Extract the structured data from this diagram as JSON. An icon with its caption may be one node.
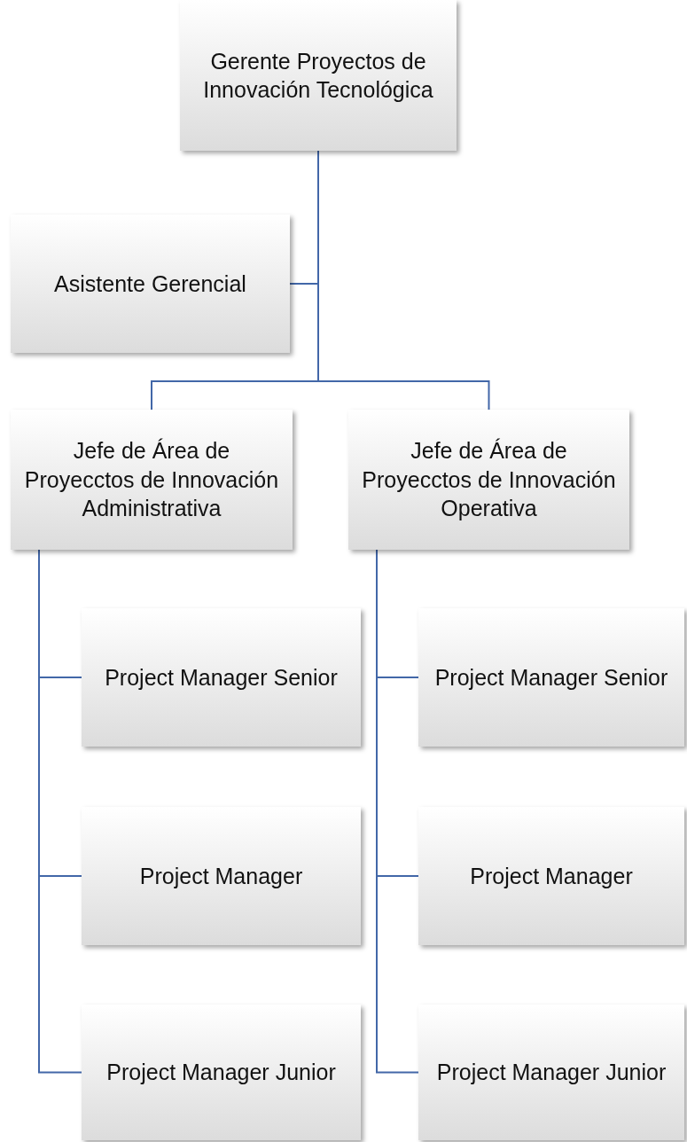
{
  "diagram": {
    "nodes": [
      {
        "text": [
          "Gerente Proyectos de Innovación Tecnológica"
        ]
      },
      {
        "text": [
          "Asistente Gerencial"
        ]
      },
      {
        "text": [
          "Jefe de Área de Proyecctos de Innovación Administrativa"
        ]
      },
      {
        "text": [
          "Jefe de Área de Proyecctos de Innovación Operativa"
        ]
      },
      {
        "text": [
          "Project Manager Senior"
        ]
      },
      {
        "text": [
          "Project Manager"
        ]
      },
      {
        "text": [
          "Project Manager Junior"
        ]
      },
      {
        "text": [
          "Project Manager Senior"
        ]
      },
      {
        "text": [
          "Project Manager"
        ]
      },
      {
        "text": [
          "Project Manager Junior"
        ]
      }
    ],
    "edges": [
      {
        "from": 0,
        "to": 1,
        "arrow": "none"
      },
      {
        "from": 0,
        "to": 2,
        "arrow": "none"
      },
      {
        "from": 0,
        "to": 3,
        "arrow": "none"
      },
      {
        "from": 2,
        "to": 4,
        "arrow": "none"
      },
      {
        "from": 2,
        "to": 5,
        "arrow": "none"
      },
      {
        "from": 2,
        "to": 6,
        "arrow": "none"
      },
      {
        "from": 3,
        "to": 7,
        "arrow": "none"
      },
      {
        "from": 3,
        "to": 8,
        "arrow": "none"
      },
      {
        "from": 3,
        "to": 9,
        "arrow": "none"
      }
    ]
  }
}
